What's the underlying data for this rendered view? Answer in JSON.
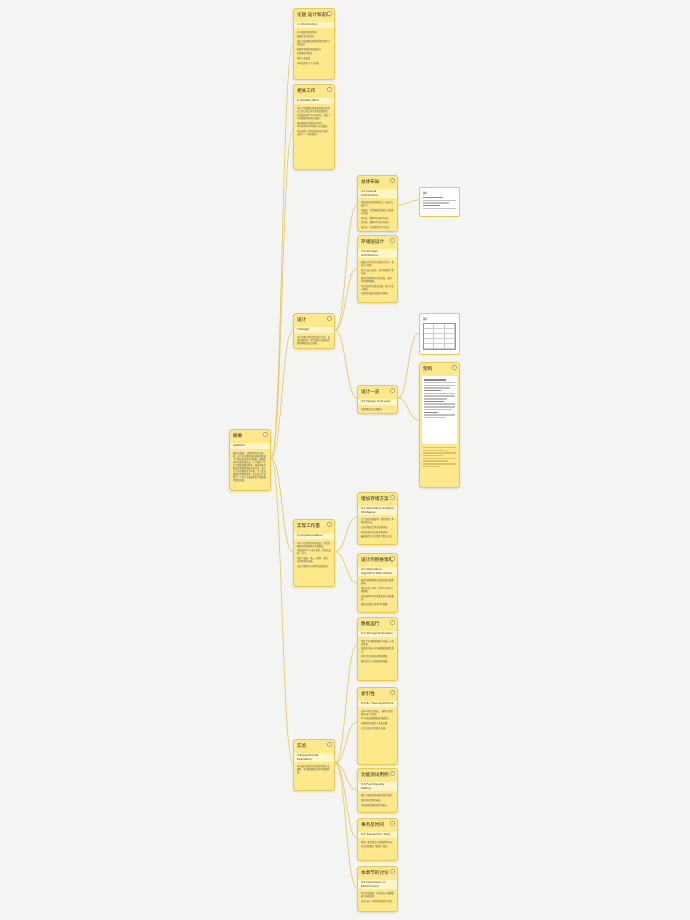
{
  "nodes": {
    "root": {
      "title": "摘要",
      "sub": "Abstract",
      "body": [
        "随着大数据、互联网等技术的发展，各行各业都将越来越多地依赖于计算机及其带来的数据，数据库的作用越来越突出。为了满足人们对于数据管理的要求，越来越多的数据库管理系统被开发出来，其中以关系型数据库为代表。为了提高数据库管理的效率，本文设计并实现了一个基于关系模型的小型数据库管理系统。"
      ]
    },
    "n1": {
      "title": "论题 设计和说明",
      "sub": "1. Introduction",
      "body": [
        "对于数据库管理系统",
        "数据库设计的目标",
        "通过分析数据库管理系统的需求与功能设计",
        "数据库管理系统架构设计",
        "功能模块的划分",
        "测试以及结果",
        "本系统实现了以下功能"
      ]
    },
    "n2": {
      "title": "相关工作",
      "sub": "2. Related Work",
      "body": [
        "本节介绍数据库管理系统相关的研究工作以及已有的系统实现情况。",
        "关系模型由E.F.Codd提出，奠定了关系数据库的理论基础。",
        "现有数据库系统如MySQL、PostgreSQL等均基于关系模型。",
        "本文借鉴了这些系统的设计思想，实现了一个简化版本。"
      ]
    },
    "n3": {
      "title": "设计",
      "sub": "3.Design",
      "body": [
        "本节详细介绍系统的设计方案，包括存储结构、索引结构以及查询处理等模块的设计思路。"
      ]
    },
    "n3a": {
      "title": "总体布局",
      "sub": "3.1 Overall Architecture",
      "body": [
        "系统采用分层结构设计，自底向上依次为：",
        "存储层：负责数据在磁盘上的组织与存储",
        "索引层：提供B+树索引支持",
        "查询层：解析SQL语句并执行",
        "接口层：对外提供命令行交互"
      ]
    },
    "n3b": {
      "title": "存储层设计",
      "sub": "3.2 Storage Architecture",
      "body": [
        "数据以页为单位存储在文件中，每页大小固定。",
        "页头记录元信息，页内存储若干条记录。",
        "缓冲池管理内存中的页面，采用LRU替换策略。",
        "记录采用定长格式存储，便于定位与更新。",
        "空闲空间通过位图进行管理。"
      ]
    },
    "n3c": {
      "title": "设计一览",
      "sub": "3.3 Design Overview",
      "body": [
        "系统整体设计如图所示"
      ]
    },
    "n4": {
      "title": "实现工作量",
      "sub": "4. Implementation",
      "body": [
        "本节介绍系统的具体实现，包括各模块的代码结构与关键算法。",
        "系统使用C++语言实现，代码总量约一万行。",
        "实现了建表、插入、删除、更新、查询等基本功能。",
        "支持主键约束与简单的连接查询。"
      ]
    },
    "n4a": {
      "title": "增加存储方案",
      "sub": "4.1 Alternative Schema Strategies",
      "body": [
        "为了提高存储效率，我们探索了多种存储方案。",
        "行式存储适合事务处理场景。",
        "列式存储适合分析查询场景。",
        "最终选择行式存储作为默认方案。"
      ]
    },
    "n4b": {
      "title": "设计的替换策略",
      "sub": "4.2 Alternative Algorithm Alternatives",
      "body": [
        "缓冲池替换策略对系统性能有重要影响。",
        "我们比较了LRU、FIFO与Clock三种策略。",
        "实验表明LRU在多数负载下表现最好。",
        "因此系统默认采用LRU策略。"
      ]
    },
    "n5": {
      "title": "实验",
      "sub": "5.Experimental Evaluation",
      "body": [
        "本节通过实验评估系统的性能与正确性，测试数据集包括不同规模的表。"
      ]
    },
    "n5a": {
      "title": "数据运行",
      "sub": "5.1 Storage Evaluation",
      "body": [
        "测试了不同数据规模下的插入与查询性能。",
        "结果显示插入时间随数据量线性增长。",
        "有索引时查询时间明显降低。",
        "缓冲池大小对性能影响显著。"
      ]
    },
    "n5b": {
      "title": "索引性",
      "sub": "5.2 B+ Tree Algorithms",
      "body": [
        "对B+树索引的插入、删除与查找操作进行了测试。",
        "B+树高度随数据量对数增长。",
        "范围查询性能优于全表扫描。",
        "节点分裂与合并操作正确。"
      ]
    },
    "n5c": {
      "title": "功能测试用例",
      "sub": "5.3 Functionality Testing",
      "body": [
        "编写了覆盖各项功能的测试用例。",
        "所有测试用例均通过。",
        "系统能够正确处理异常输入。"
      ]
    },
    "n5d": {
      "title": "事务及时间",
      "sub": "5.4 Transaction Time",
      "body": [
        "测试了事务提交与回滚所需时间。",
        "日志机制保证了数据一致性。"
      ]
    },
    "n5e": {
      "title": "本章节的讨论",
      "sub": "5.5 Discussion on Performance",
      "body": [
        "综合实验结果，本系统在小规模数据下表现良好。",
        "未来可进一步优化查询执行计划。"
      ]
    },
    "figA": {
      "title": "图1"
    },
    "figB": {
      "title": "图2"
    },
    "figC": {
      "title": "架构"
    }
  }
}
